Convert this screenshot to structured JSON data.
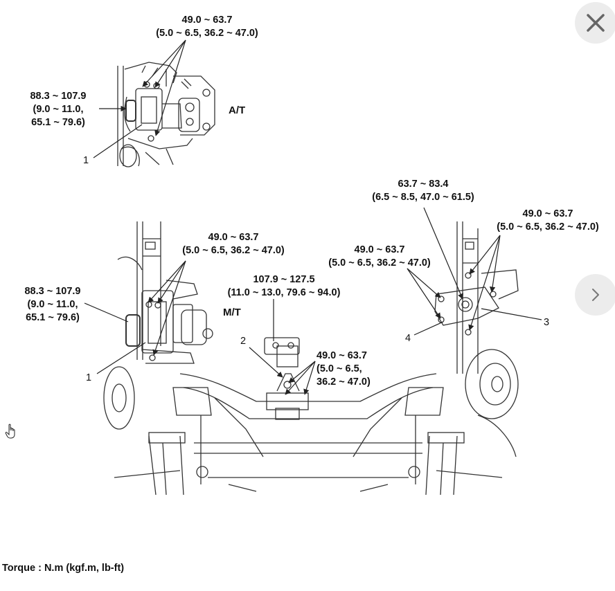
{
  "top_view": {
    "bracket_torque": {
      "line1": "49.0 ~ 63.7",
      "line2": "(5.0 ~ 6.5, 36.2 ~ 47.0)"
    },
    "bolt_torque": {
      "line1": "88.3 ~ 107.9",
      "line2": "(9.0 ~ 11.0,",
      "line3": "65.1 ~ 79.6)"
    },
    "callout": "1",
    "label": "A/T"
  },
  "bottom_view": {
    "left_bracket_torque": {
      "line1": "49.0 ~ 63.7",
      "line2": "(5.0 ~ 6.5, 36.2 ~ 47.0)"
    },
    "left_bolt_torque": {
      "line1": "88.3 ~ 107.9",
      "line2": "(9.0 ~ 11.0,",
      "line3": "65.1 ~ 79.6)"
    },
    "left_callout": "1",
    "label": "M/T",
    "roll_stopper_torque": {
      "line1": "107.9 ~ 127.5",
      "line2": "(11.0 ~ 13.0, 79.6 ~ 94.0)"
    },
    "roll_callout": "2",
    "roll_bracket_torque": {
      "line1": "49.0 ~ 63.7",
      "line2": "(5.0 ~ 6.5,",
      "line3": "36.2 ~ 47.0)"
    },
    "right_center_torque": {
      "line1": "63.7 ~ 83.4",
      "line2": "(6.5 ~ 8.5, 47.0 ~ 61.5)"
    },
    "right_mid_torque": {
      "line1": "49.0 ~ 63.7",
      "line2": "(5.0 ~ 6.5, 36.2 ~ 47.0)"
    },
    "right_far_torque": {
      "line1": "49.0 ~ 63.7",
      "line2": "(5.0 ~ 6.5, 36.2 ~ 47.0)"
    },
    "callout_3": "3",
    "callout_4": "4"
  },
  "footer": {
    "torque_units": "Torque : N.m (kgf.m, lb-ft)"
  },
  "icons": {
    "close": "close-icon",
    "next": "chevron-right-icon",
    "cursor": "hand-pointer-icon"
  },
  "colors": {
    "line": "#222222",
    "button_bg": "#ececec",
    "icon": "#666666"
  }
}
